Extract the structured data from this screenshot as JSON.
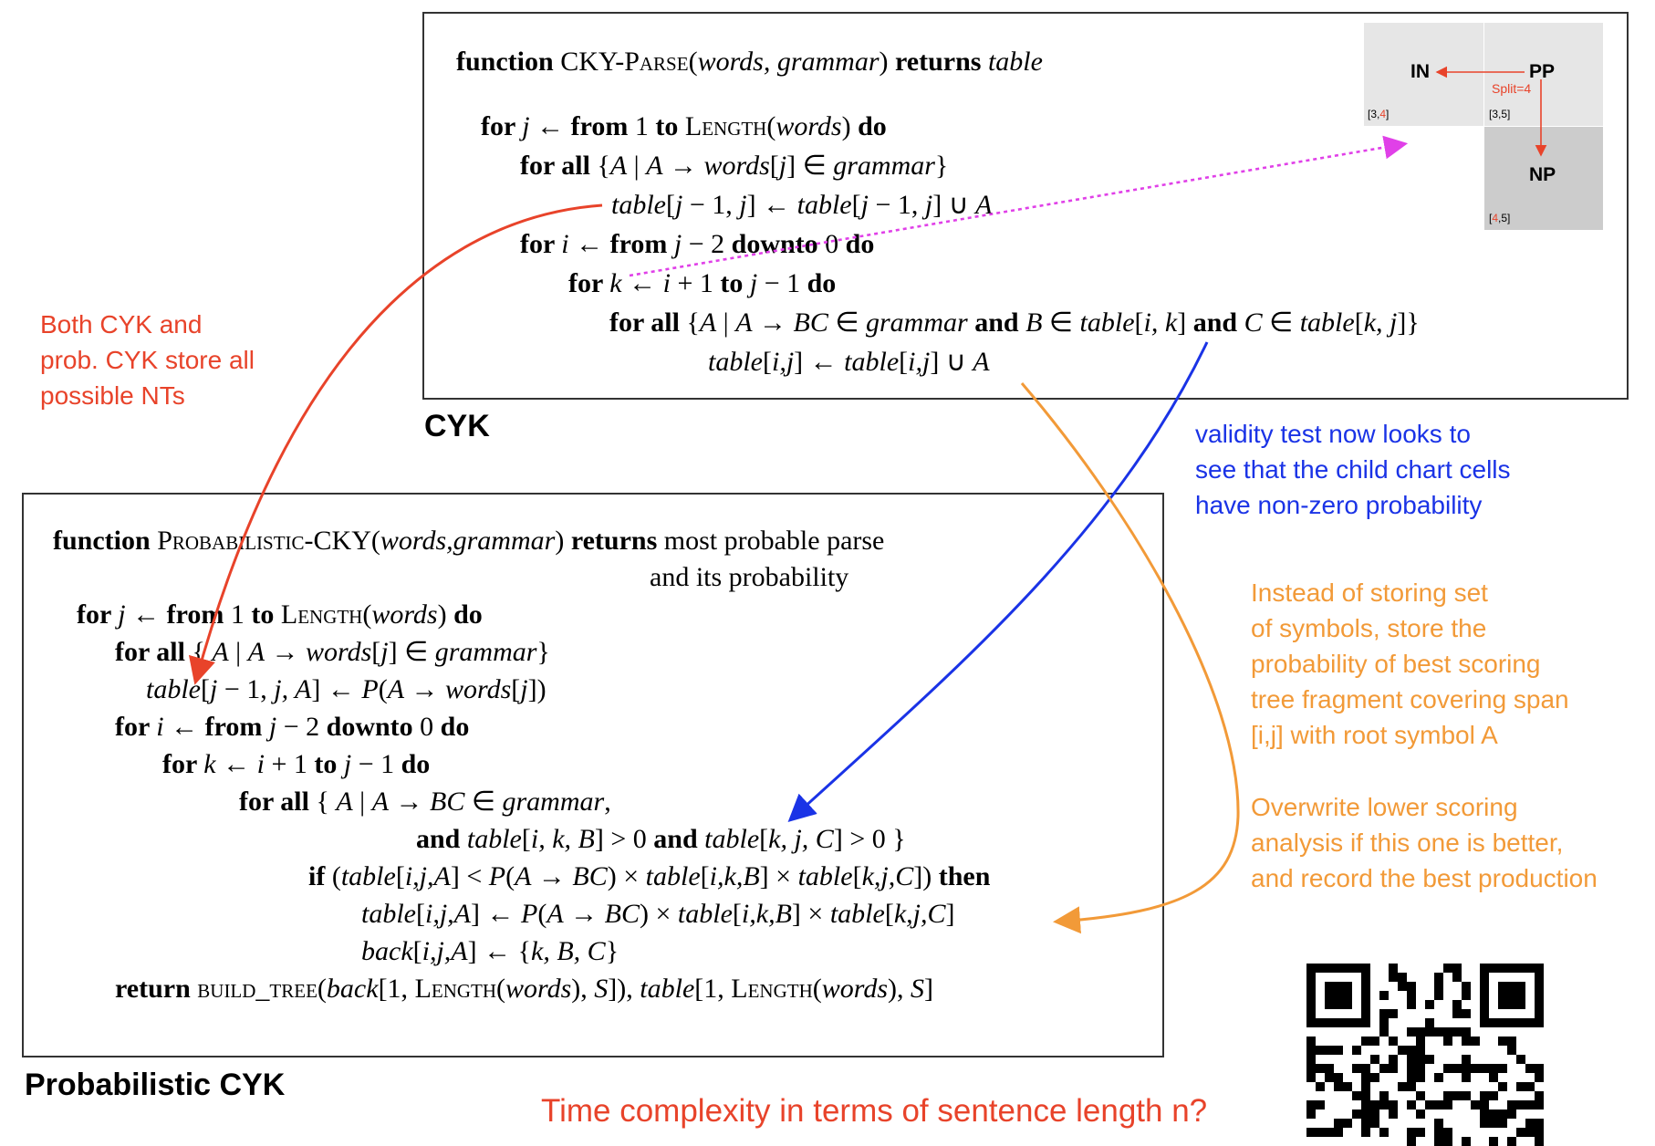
{
  "cyk": {
    "label": "CYK",
    "lines": [
      [
        [
          "k",
          "function "
        ],
        [
          "t",
          "CKY-"
        ],
        [
          "sc",
          "Parse"
        ],
        [
          "t",
          "("
        ],
        [
          "v",
          "words, grammar"
        ],
        [
          "t",
          ") "
        ],
        [
          "k",
          "returns "
        ],
        [
          "v",
          "table"
        ]
      ],
      [
        [
          "k",
          "for "
        ],
        [
          "v",
          "j"
        ],
        [
          "t",
          " ← "
        ],
        [
          "k",
          "from "
        ],
        [
          "t",
          "1 "
        ],
        [
          "k",
          "to "
        ],
        [
          "sc",
          "Length"
        ],
        [
          "t",
          "("
        ],
        [
          "v",
          "words"
        ],
        [
          "t",
          ") "
        ],
        [
          "k",
          "do"
        ]
      ],
      [
        [
          "k",
          "for all "
        ],
        [
          "t",
          "{"
        ],
        [
          "v",
          "A"
        ],
        [
          "t",
          " | "
        ],
        [
          "v",
          "A"
        ],
        [
          "t",
          " → "
        ],
        [
          "v",
          "words"
        ],
        [
          "t",
          "["
        ],
        [
          "v",
          "j"
        ],
        [
          "t",
          "] ∈ "
        ],
        [
          "v",
          "grammar"
        ],
        [
          "t",
          "}"
        ]
      ],
      [
        [
          "v",
          "table"
        ],
        [
          "t",
          "["
        ],
        [
          "v",
          "j"
        ],
        [
          "t",
          " − 1, "
        ],
        [
          "v",
          "j"
        ],
        [
          "t",
          "] ← "
        ],
        [
          "v",
          "table"
        ],
        [
          "t",
          "["
        ],
        [
          "v",
          "j"
        ],
        [
          "t",
          " − 1, "
        ],
        [
          "v",
          "j"
        ],
        [
          "t",
          "] ∪ "
        ],
        [
          "v",
          "A"
        ]
      ],
      [
        [
          "k",
          "for "
        ],
        [
          "v",
          "i"
        ],
        [
          "t",
          " ← "
        ],
        [
          "k",
          "from "
        ],
        [
          "v",
          "j"
        ],
        [
          "t",
          " − 2 "
        ],
        [
          "k",
          "downto "
        ],
        [
          "t",
          "0 "
        ],
        [
          "k",
          "do"
        ]
      ],
      [
        [
          "k",
          "for "
        ],
        [
          "v",
          "k"
        ],
        [
          "t",
          " ← "
        ],
        [
          "v",
          "i"
        ],
        [
          "t",
          " + 1 "
        ],
        [
          "k",
          "to "
        ],
        [
          "v",
          "j"
        ],
        [
          "t",
          " − 1 "
        ],
        [
          "k",
          "do"
        ]
      ],
      [
        [
          "k",
          "for all "
        ],
        [
          "t",
          "{"
        ],
        [
          "v",
          "A"
        ],
        [
          "t",
          " | "
        ],
        [
          "v",
          "A"
        ],
        [
          "t",
          " → "
        ],
        [
          "v",
          "BC"
        ],
        [
          "t",
          " ∈ "
        ],
        [
          "v",
          "grammar"
        ],
        [
          "k",
          " and "
        ],
        [
          "v",
          "B"
        ],
        [
          "t",
          " ∈ "
        ],
        [
          "v",
          "table"
        ],
        [
          "t",
          "["
        ],
        [
          "v",
          "i, k"
        ],
        [
          "t",
          "] "
        ],
        [
          "k",
          "and "
        ],
        [
          "v",
          "C"
        ],
        [
          "t",
          " ∈ "
        ],
        [
          "v",
          "table"
        ],
        [
          "t",
          "["
        ],
        [
          "v",
          "k, j"
        ],
        [
          "t",
          "]}"
        ]
      ],
      [
        [
          "v",
          "table"
        ],
        [
          "t",
          "["
        ],
        [
          "v",
          "i,j"
        ],
        [
          "t",
          "] ← "
        ],
        [
          "v",
          "table"
        ],
        [
          "t",
          "["
        ],
        [
          "v",
          "i,j"
        ],
        [
          "t",
          "] ∪ "
        ],
        [
          "v",
          "A"
        ]
      ]
    ]
  },
  "pcyk": {
    "label": "Probabilistic CYK",
    "lines": [
      [
        [
          "k",
          "function "
        ],
        [
          "sc",
          "Probabilistic-CKY"
        ],
        [
          "t",
          "("
        ],
        [
          "v",
          "words,grammar"
        ],
        [
          "t",
          ") "
        ],
        [
          "k",
          "returns "
        ],
        [
          "t",
          "most probable parse"
        ]
      ],
      [
        [
          "t",
          "and its probability"
        ]
      ],
      [
        [
          "k",
          "for "
        ],
        [
          "v",
          "j"
        ],
        [
          "t",
          " ← "
        ],
        [
          "k",
          "from "
        ],
        [
          "t",
          "1 "
        ],
        [
          "k",
          "to "
        ],
        [
          "sc",
          "Length"
        ],
        [
          "t",
          "("
        ],
        [
          "v",
          "words"
        ],
        [
          "t",
          ") "
        ],
        [
          "k",
          "do"
        ]
      ],
      [
        [
          "k",
          "for all "
        ],
        [
          "t",
          "{ "
        ],
        [
          "v",
          "A"
        ],
        [
          "t",
          " | "
        ],
        [
          "v",
          "A"
        ],
        [
          "t",
          " → "
        ],
        [
          "v",
          "words"
        ],
        [
          "t",
          "["
        ],
        [
          "v",
          "j"
        ],
        [
          "t",
          "] ∈ "
        ],
        [
          "v",
          "grammar"
        ],
        [
          "t",
          "}"
        ]
      ],
      [
        [
          "v",
          "table"
        ],
        [
          "t",
          "["
        ],
        [
          "v",
          "j"
        ],
        [
          "t",
          " − 1, "
        ],
        [
          "v",
          "j, A"
        ],
        [
          "t",
          "] ← "
        ],
        [
          "v",
          "P"
        ],
        [
          "t",
          "("
        ],
        [
          "v",
          "A"
        ],
        [
          "t",
          " → "
        ],
        [
          "v",
          "words"
        ],
        [
          "t",
          "["
        ],
        [
          "v",
          "j"
        ],
        [
          "t",
          "])"
        ]
      ],
      [
        [
          "k",
          "for "
        ],
        [
          "v",
          "i"
        ],
        [
          "t",
          " ← "
        ],
        [
          "k",
          "from "
        ],
        [
          "v",
          "j"
        ],
        [
          "t",
          " − 2 "
        ],
        [
          "k",
          "downto "
        ],
        [
          "t",
          "0 "
        ],
        [
          "k",
          "do"
        ]
      ],
      [
        [
          "k",
          "for "
        ],
        [
          "v",
          "k"
        ],
        [
          "t",
          " ← "
        ],
        [
          "v",
          "i"
        ],
        [
          "t",
          " + 1 "
        ],
        [
          "k",
          "to "
        ],
        [
          "v",
          "j"
        ],
        [
          "t",
          " − 1 "
        ],
        [
          "k",
          "do"
        ]
      ],
      [
        [
          "k",
          "for all "
        ],
        [
          "t",
          "{ "
        ],
        [
          "v",
          "A"
        ],
        [
          "t",
          " | "
        ],
        [
          "v",
          "A"
        ],
        [
          "t",
          " → "
        ],
        [
          "v",
          "BC"
        ],
        [
          "t",
          " ∈ "
        ],
        [
          "v",
          "grammar"
        ],
        [
          "t",
          ","
        ]
      ],
      [
        [
          "k",
          "and "
        ],
        [
          "v",
          "table"
        ],
        [
          "t",
          "["
        ],
        [
          "v",
          "i, k, B"
        ],
        [
          "t",
          "] > 0 "
        ],
        [
          "k",
          "and "
        ],
        [
          "v",
          "table"
        ],
        [
          "t",
          "["
        ],
        [
          "v",
          "k, j, C"
        ],
        [
          "t",
          "] > 0 }"
        ]
      ],
      [
        [
          "k",
          "if "
        ],
        [
          "t",
          "("
        ],
        [
          "v",
          "table"
        ],
        [
          "t",
          "["
        ],
        [
          "v",
          "i,j,A"
        ],
        [
          "t",
          "] < "
        ],
        [
          "v",
          "P"
        ],
        [
          "t",
          "("
        ],
        [
          "v",
          "A"
        ],
        [
          "t",
          " → "
        ],
        [
          "v",
          "BC"
        ],
        [
          "t",
          ") × "
        ],
        [
          "v",
          "table"
        ],
        [
          "t",
          "["
        ],
        [
          "v",
          "i,k,B"
        ],
        [
          "t",
          "] × "
        ],
        [
          "v",
          "table"
        ],
        [
          "t",
          "["
        ],
        [
          "v",
          "k,j,C"
        ],
        [
          "t",
          "]) "
        ],
        [
          "k",
          "then"
        ]
      ],
      [
        [
          "v",
          "table"
        ],
        [
          "t",
          "["
        ],
        [
          "v",
          "i,j,A"
        ],
        [
          "t",
          "] ← "
        ],
        [
          "v",
          "P"
        ],
        [
          "t",
          "("
        ],
        [
          "v",
          "A"
        ],
        [
          "t",
          " → "
        ],
        [
          "v",
          "BC"
        ],
        [
          "t",
          ") × "
        ],
        [
          "v",
          "table"
        ],
        [
          "t",
          "["
        ],
        [
          "v",
          "i,k,B"
        ],
        [
          "t",
          "] × "
        ],
        [
          "v",
          "table"
        ],
        [
          "t",
          "["
        ],
        [
          "v",
          "k,j,C"
        ],
        [
          "t",
          "]"
        ]
      ],
      [
        [
          "v",
          "back"
        ],
        [
          "t",
          "["
        ],
        [
          "v",
          "i,j,A"
        ],
        [
          "t",
          "] ← {"
        ],
        [
          "v",
          "k, B, C"
        ],
        [
          "t",
          "}"
        ]
      ],
      [
        [
          "k",
          "return "
        ],
        [
          "sc",
          "build_tree"
        ],
        [
          "t",
          "("
        ],
        [
          "v",
          "back"
        ],
        [
          "t",
          "[1, "
        ],
        [
          "sc",
          "Length"
        ],
        [
          "t",
          "("
        ],
        [
          "v",
          "words"
        ],
        [
          "t",
          "), "
        ],
        [
          "v",
          "S"
        ],
        [
          "t",
          "]), "
        ],
        [
          "v",
          "table"
        ],
        [
          "t",
          "[1, "
        ],
        [
          "sc",
          "Length"
        ],
        [
          "t",
          "("
        ],
        [
          "v",
          "words"
        ],
        [
          "t",
          "), "
        ],
        [
          "v",
          "S"
        ],
        [
          "t",
          "]"
        ]
      ]
    ]
  },
  "mini_chart": {
    "cells": [
      {
        "sym": "IN",
        "span_prefix": "[3,",
        "span_hl": "4",
        "span_suffix": "]"
      },
      {
        "sym": "PP",
        "span_prefix": "[3,",
        "span_hl": "5",
        "span_suffix": "]"
      },
      {
        "sym": "NP",
        "span_prefix": "[",
        "span_hl": "4",
        "span_suffix": ",5]"
      }
    ],
    "split_label": "Split=4"
  },
  "notes": {
    "red": [
      "Both CYK and",
      "prob. CYK store all",
      "possible NTs"
    ],
    "blue": [
      "validity test now looks to",
      "see that the child chart cells",
      "have non-zero probability"
    ],
    "orange1": [
      "Instead of storing set",
      "of symbols, store the",
      "probability of best scoring",
      "tree fragment covering span",
      "[i,j] with root symbol A"
    ],
    "orange2": [
      "Overwrite lower scoring",
      "analysis if this one is better,",
      "and record the best production"
    ],
    "question": "Time complexity in terms of sentence length n?"
  },
  "colors": {
    "red": "#e8432a",
    "blue": "#1a33e6",
    "orange": "#f29a38",
    "magenta": "#e040e8",
    "hl": "#e8432a"
  }
}
